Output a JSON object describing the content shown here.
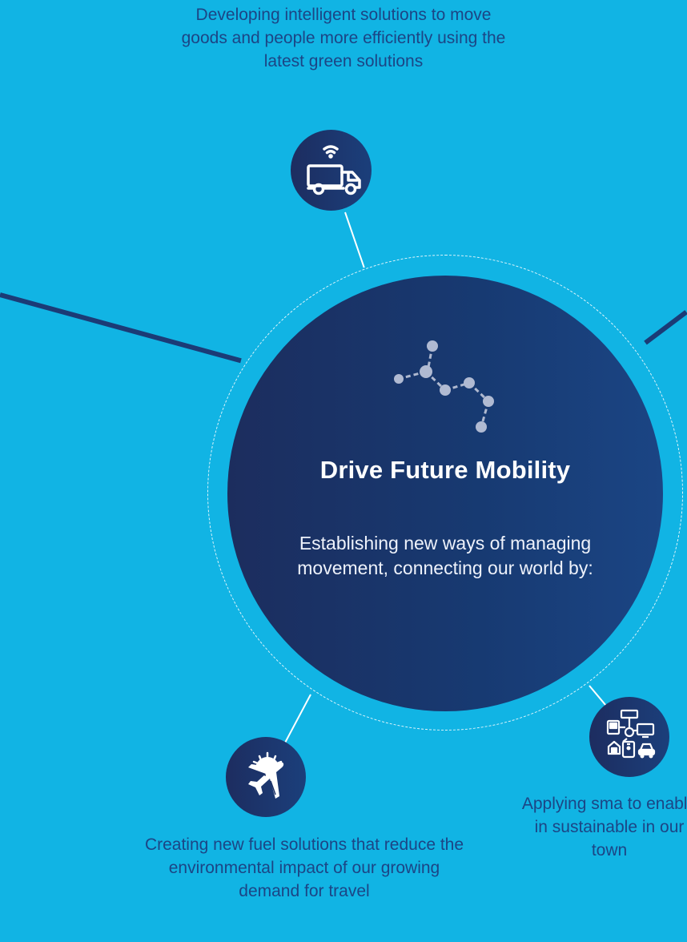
{
  "center": {
    "title": "Drive Future Mobility",
    "subtitle": "Establishing new ways of managing movement, connecting our world by:"
  },
  "top_item": {
    "text": "Developing intelligent solutions to move goods and people more efficiently using the latest green solutions",
    "icon": "connected-truck-icon"
  },
  "bottom_left_item": {
    "text": "Creating new fuel solutions that reduce the environmental impact of our growing demand for travel",
    "icon": "solar-plane-icon"
  },
  "bottom_right_item": {
    "text": "Applying sma to enable in sustainable in our town",
    "icon": "smart-city-network-icon"
  },
  "center_icon": "network-path-icon",
  "colors": {
    "background": "#11b4e4",
    "primary_dark": "#1c2d5e",
    "secondary_dark": "#1b4584",
    "text_blue": "#1c4585",
    "white": "#ffffff"
  }
}
